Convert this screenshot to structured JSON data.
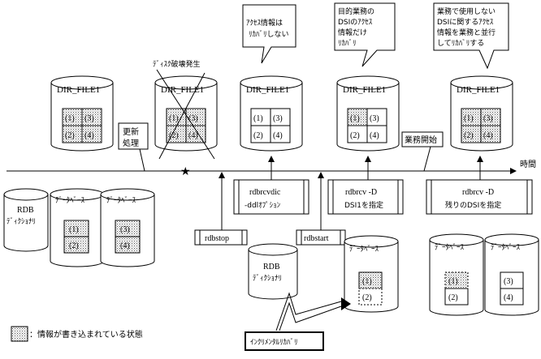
{
  "timeline": {
    "label": "時間"
  },
  "legend": {
    "text": "：情報が書き込まれている状態"
  },
  "events": {
    "update": [
      "更新",
      "処理"
    ],
    "disk_failure": "ﾃﾞｨｽｸ破壊発生",
    "business_start": "業務開始"
  },
  "callouts": {
    "c1": [
      "ｱｸｾｽ情報は",
      "ﾘｶﾊﾞﾘしない"
    ],
    "c2": [
      "目的業務の",
      "DSIのｱｸｾｽ",
      "情報だけ",
      "ﾘｶﾊﾞﾘ"
    ],
    "c3": [
      "業務で使用しない",
      "DSIに関するｱｸｾｽ",
      "情報を業務と並行",
      "してﾘｶﾊﾞﾘする"
    ]
  },
  "dir_files": {
    "label": "DIR_FILE1",
    "cells": [
      "(1)",
      "(3)",
      "(2)",
      "(4)"
    ]
  },
  "commands": {
    "rdbstop": "rdbstop",
    "rdbstart": "rdbstart",
    "rdbrcvdic": [
      "rdbrcvdic",
      "-ddlｵﾌﾟｼｮﾝ"
    ],
    "rdbrcv_dsi1": [
      "rdbrcv -D",
      "DSI1を指定"
    ],
    "rdbrcv_rest": [
      "rdbrcv -D",
      "残りのDSIを指定"
    ]
  },
  "databases": {
    "dictionary": [
      "RDB",
      "ﾃﾞｨｸｼｮﾅﾘ"
    ],
    "database": "ﾃﾞｰﾀﾍﾞｰｽ",
    "db_a_cells": [
      "(1)",
      "(2)"
    ],
    "db_b_cells": [
      "(3)",
      "(4)"
    ]
  },
  "incremental": "ｲﾝｸﾘﾒﾝﾀﾙﾘｶﾊﾞﾘ",
  "marker": "★"
}
